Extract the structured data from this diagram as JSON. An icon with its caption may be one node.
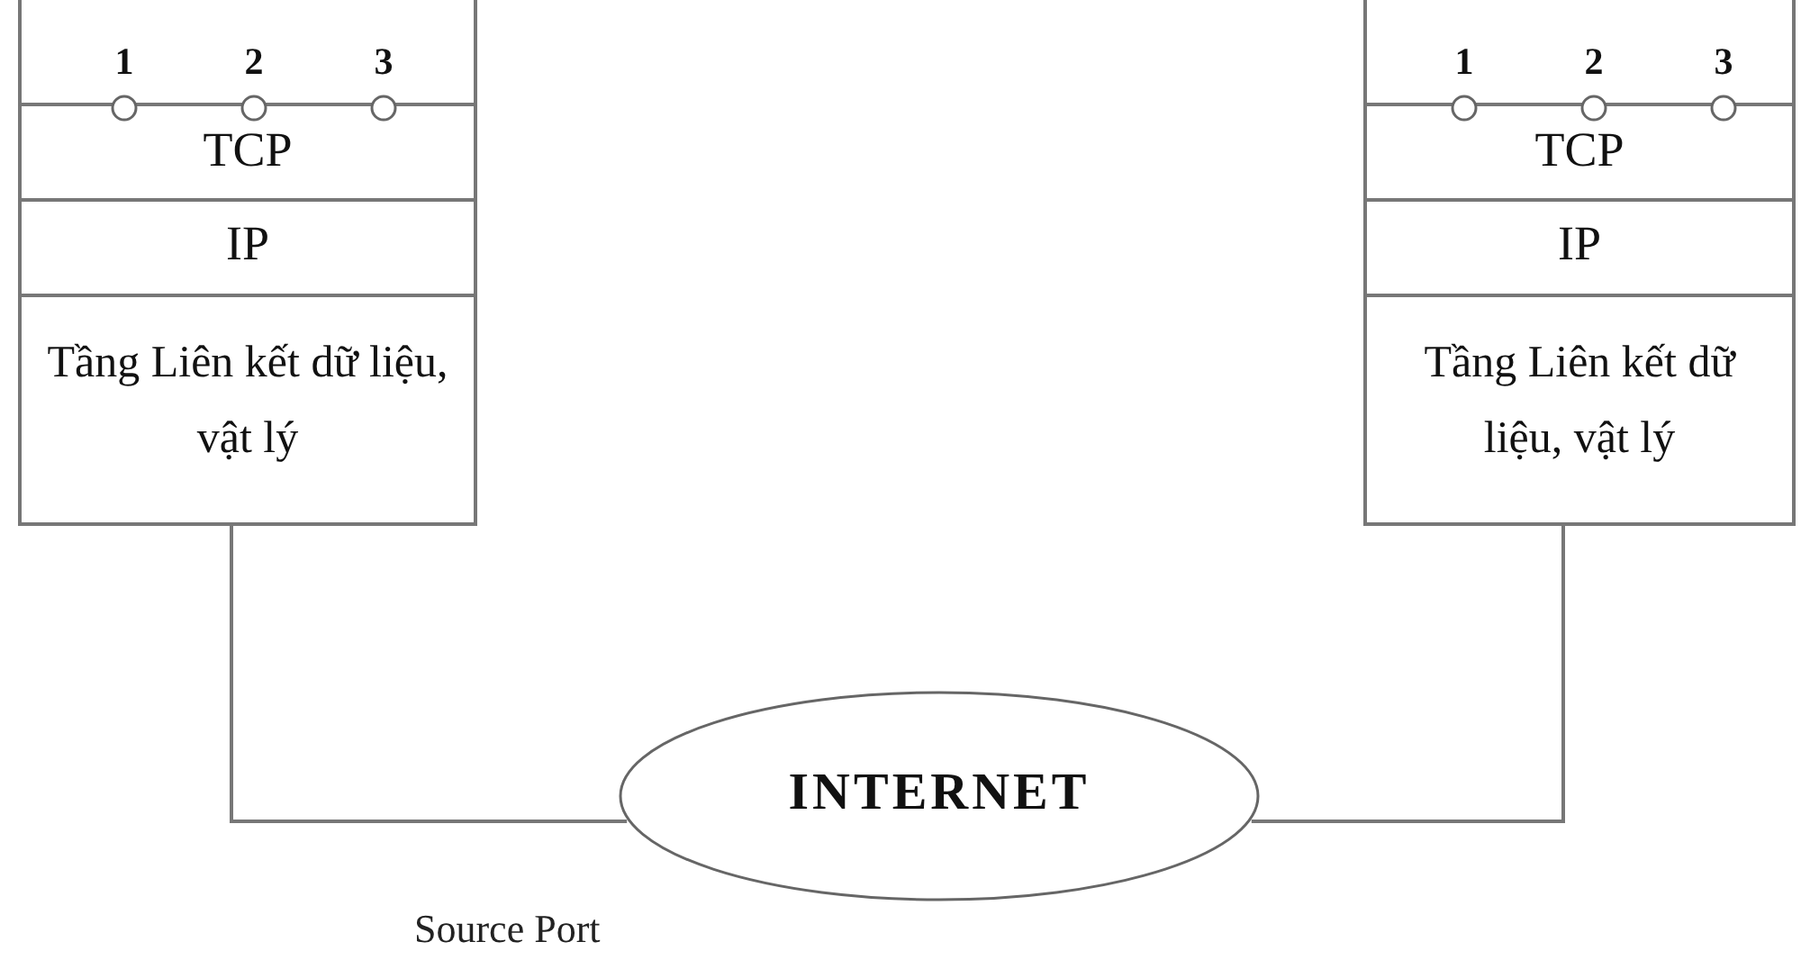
{
  "diagram": {
    "nodes": [
      {
        "text": [
          "TCP"
        ]
      },
      {
        "text": [
          "1"
        ],
        "in": 0
      },
      {
        "text": [
          "2"
        ],
        "in": 0
      },
      {
        "text": [
          "3"
        ],
        "in": 0
      },
      {
        "text": [
          "IP"
        ]
      },
      {
        "text": [
          "Tầng Liên kết dữ liệu, vật lý"
        ]
      },
      {
        "text": [
          "TCP"
        ]
      },
      {
        "text": [
          "1"
        ],
        "in": 6
      },
      {
        "text": [
          "2"
        ],
        "in": 6
      },
      {
        "text": [
          "3"
        ],
        "in": 6
      },
      {
        "text": [
          "IP"
        ]
      },
      {
        "text": [
          "Tầng Liên kết dữ liệu, vật lý"
        ]
      },
      {
        "text": [
          "INTERNET"
        ]
      }
    ],
    "edges": [
      {
        "from": 5,
        "to": 12,
        "arrow": "none"
      },
      {
        "from": 11,
        "to": 12,
        "arrow": "none"
      }
    ],
    "labels": [
      "Source Port"
    ]
  }
}
